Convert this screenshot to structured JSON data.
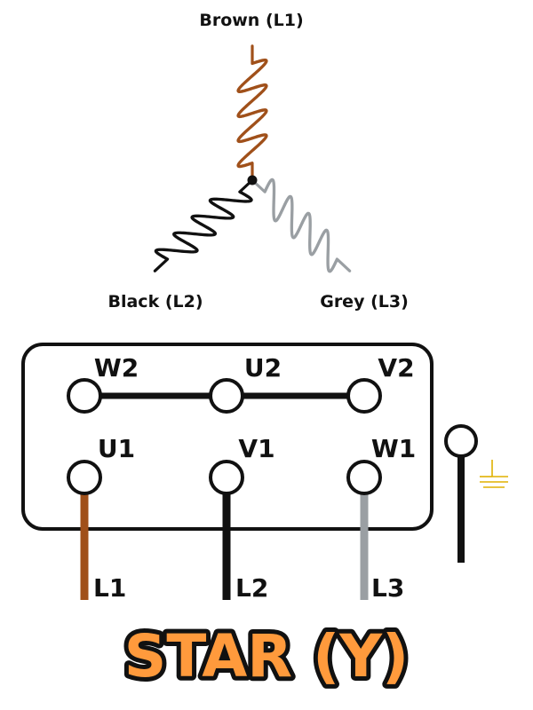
{
  "windings": {
    "top": {
      "label": "Brown (L1)",
      "color": "#a0501a"
    },
    "left": {
      "label": "Black (L2)",
      "color": "#111111"
    },
    "right": {
      "label": "Grey (L3)",
      "color": "#9a9fa3"
    }
  },
  "terminal_box": {
    "top_row": [
      "W2",
      "U2",
      "V2"
    ],
    "bottom_row": [
      "U1",
      "V1",
      "W1"
    ],
    "link_color": "#111111"
  },
  "supply_leads": [
    {
      "label": "L1",
      "color": "#a0501a"
    },
    {
      "label": "L2",
      "color": "#111111"
    },
    {
      "label": "L3",
      "color": "#9a9fa3"
    }
  ],
  "earth": {
    "icon": "earth-ground-icon",
    "color": "#e0b000"
  },
  "title": {
    "text": "STAR (Y)",
    "fill": "#ff9a3c",
    "outline": "#111111"
  }
}
